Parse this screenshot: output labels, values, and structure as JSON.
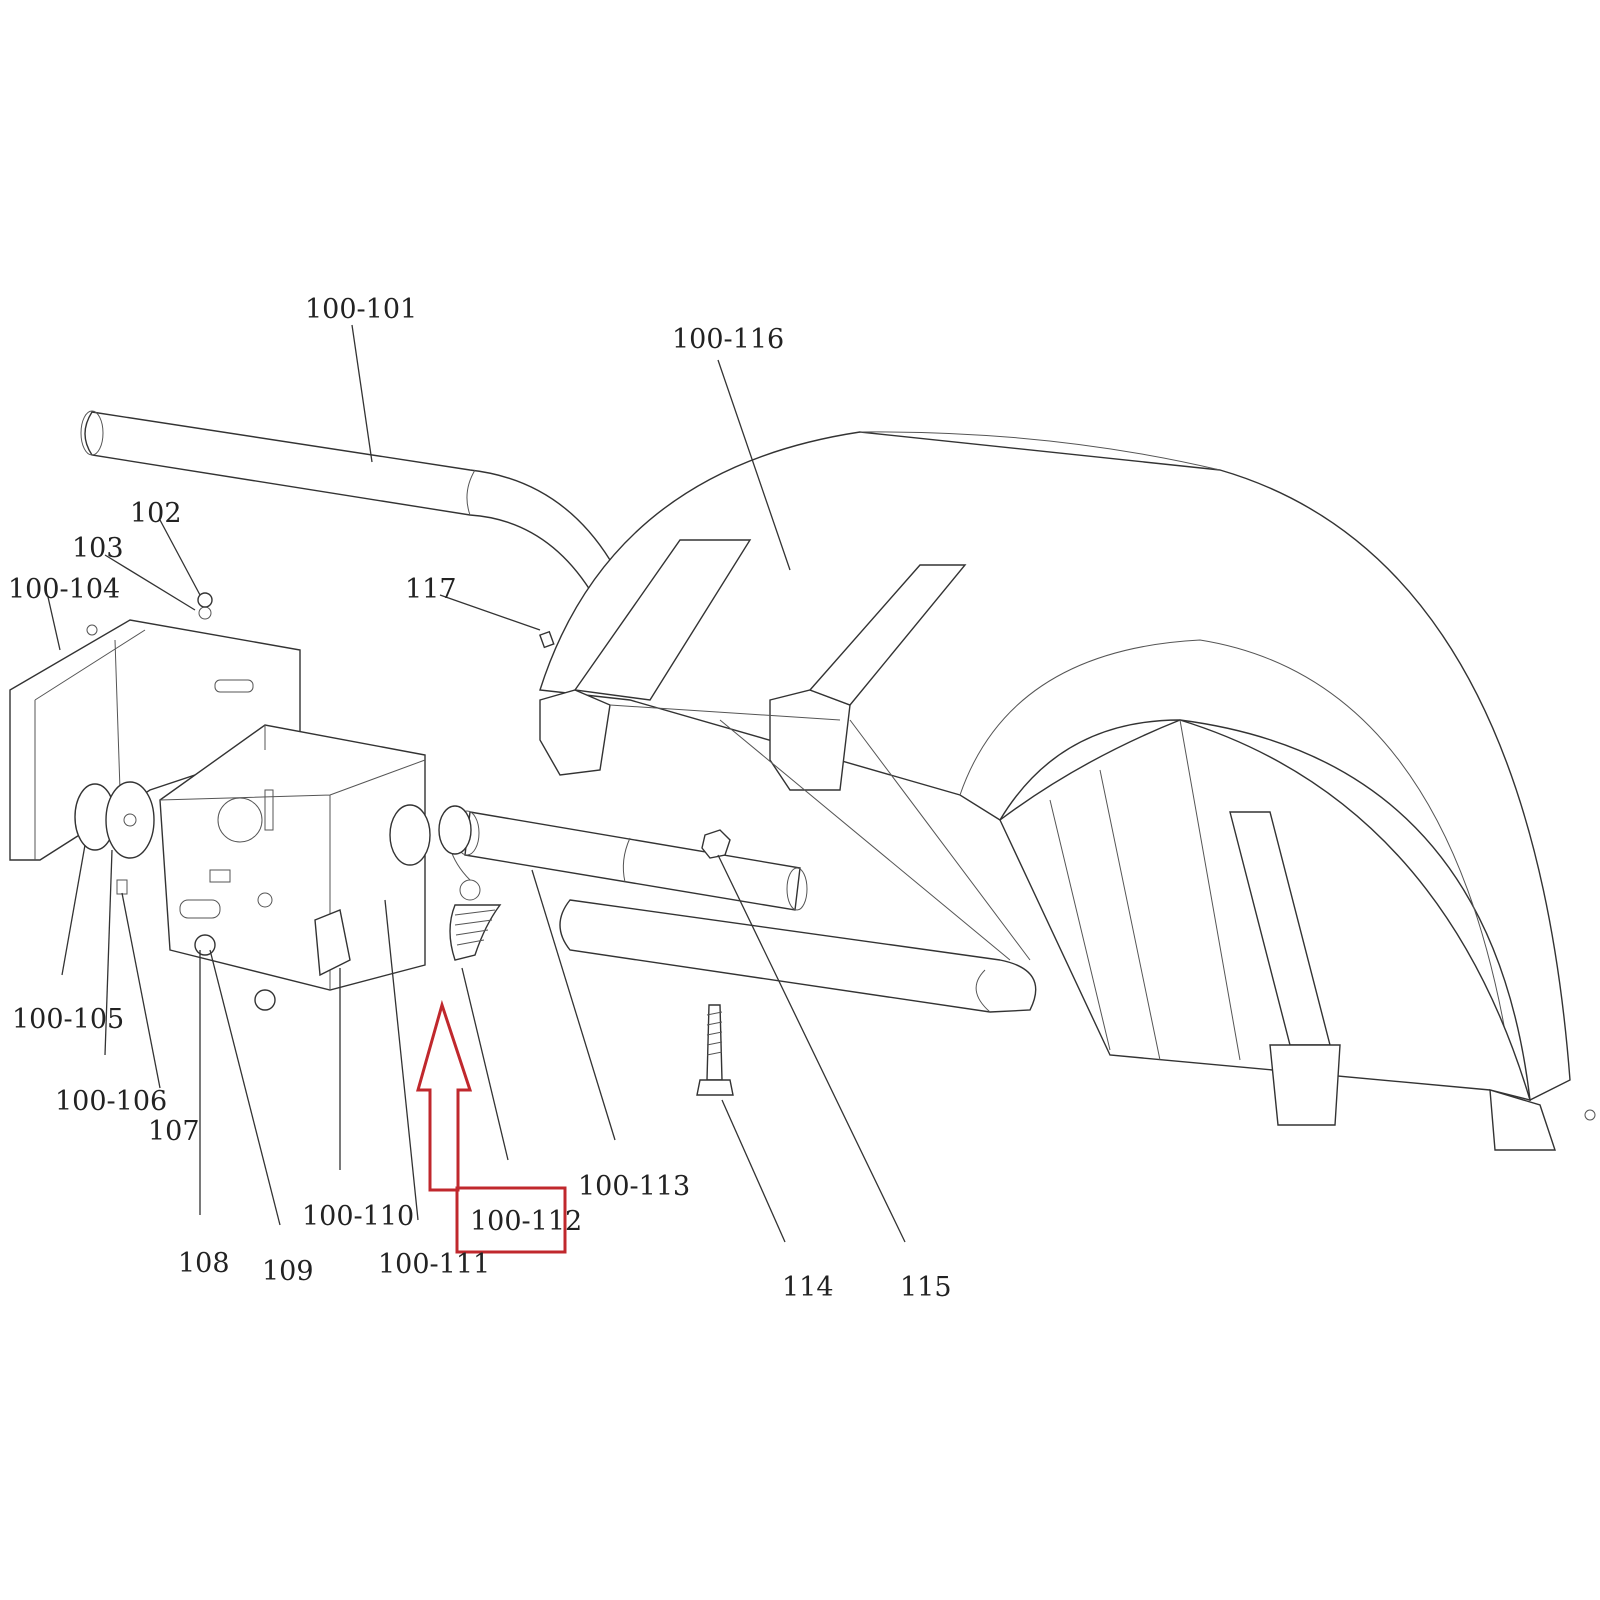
{
  "diagram": {
    "type": "exploded-parts-diagram",
    "highlight_color": "#c0282d",
    "highlighted_part": "100-112",
    "labels": {
      "p100_101": "100-101",
      "p100_116": "100-116",
      "p102": "102",
      "p103": "103",
      "p100_104": "100-104",
      "p117": "117",
      "p100_105": "100-105",
      "p100_106": "100-106",
      "p107": "107",
      "p108": "108",
      "p109": "109",
      "p100_110": "100-110",
      "p100_111": "100-111",
      "p100_112": "100-112",
      "p100_113": "100-113",
      "p114": "114",
      "p115": "115"
    }
  }
}
